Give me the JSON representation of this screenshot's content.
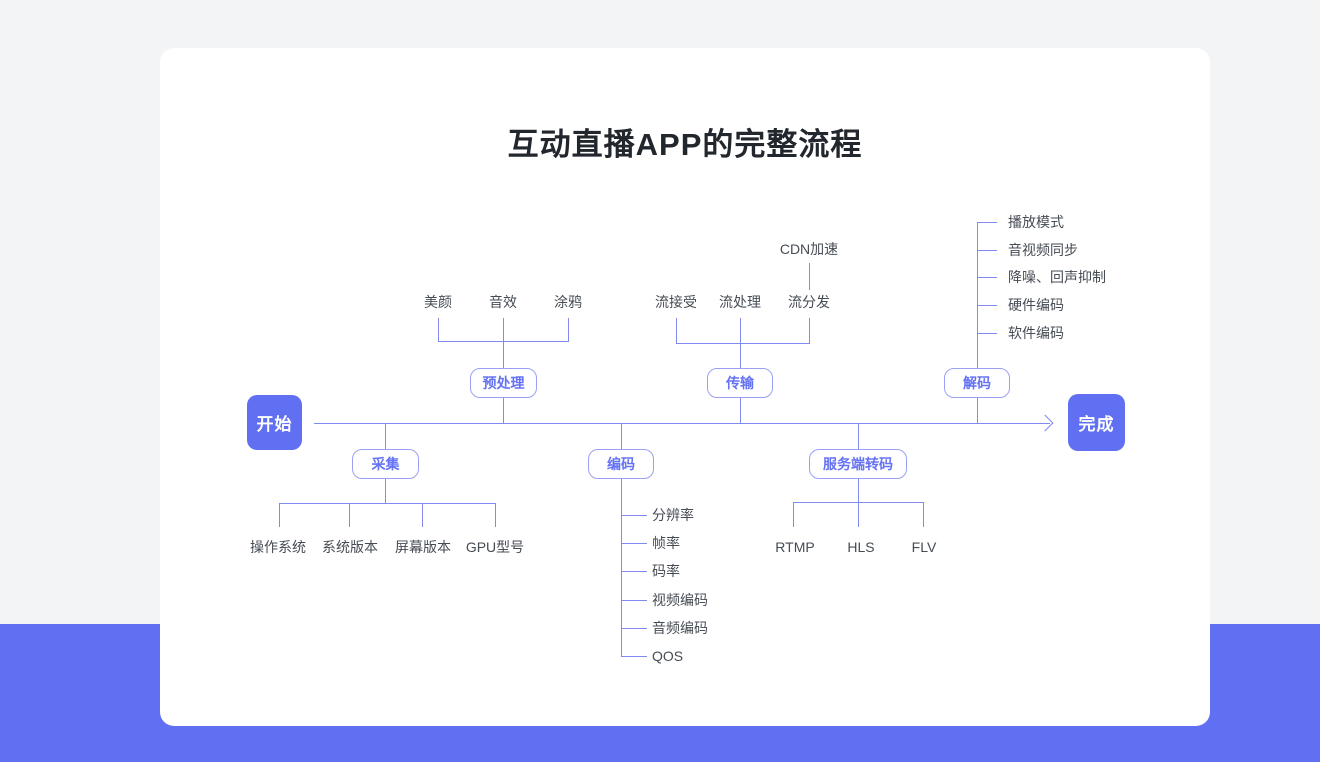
{
  "page": {
    "title": "互动直播APP的完整流程"
  },
  "colors": {
    "accent": "#6170f2",
    "line": "#818af0",
    "node_border": "#9aa1f4",
    "node_text": "#6472f3",
    "label_text": "#464c54",
    "title_text": "#22262d",
    "band": "#6170f2",
    "page_bg": "#f3f4f6",
    "card_bg": "#ffffff"
  },
  "flow": {
    "start": "开始",
    "finish": "完成",
    "preprocess": {
      "label": "预处理",
      "children": [
        "美颜",
        "音效",
        "涂鸦"
      ]
    },
    "transport": {
      "label": "传输",
      "children": [
        "流接受",
        "流处理",
        "流分发"
      ],
      "cdn": "CDN加速"
    },
    "decode": {
      "label": "解码",
      "children": [
        "播放模式",
        "音视频同步",
        "降噪、回声抑制",
        "硬件编码",
        "软件编码"
      ]
    },
    "capture": {
      "label": "采集",
      "children": [
        "操作系统",
        "系统版本",
        "屏幕版本",
        "GPU型号"
      ]
    },
    "encode": {
      "label": "编码",
      "children": [
        "分辨率",
        "帧率",
        "码率",
        "视频编码",
        "音频编码",
        "QOS"
      ]
    },
    "transcode": {
      "label": "服务端转码",
      "children": [
        "RTMP",
        "HLS",
        "FLV"
      ]
    }
  }
}
